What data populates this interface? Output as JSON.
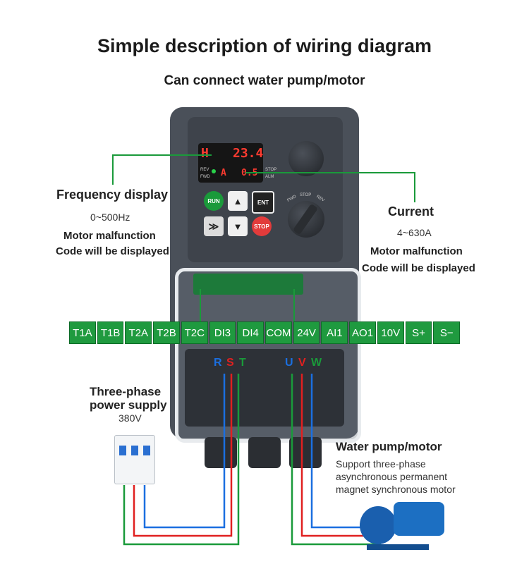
{
  "title": "Simple description of wiring diagram",
  "subtitle": "Can connect water pump/motor",
  "frequency": {
    "heading": "Frequency display",
    "range": "0~500Hz",
    "note_line1": "Motor malfunction",
    "note_line2": "Code will be displayed"
  },
  "current": {
    "heading": "Current",
    "range": "4~630A",
    "note_line1": "Motor malfunction",
    "note_line2": "Code will be displayed"
  },
  "power_supply": {
    "heading_line1": "Three-phase",
    "heading_line2": "power supply",
    "voltage": "380V"
  },
  "pump": {
    "heading": "Water pump/motor",
    "desc_line1": "Support three-phase",
    "desc_line2": "asynchronous permanent",
    "desc_line3": "magnet synchronous motor"
  },
  "display": {
    "row1_left": "H",
    "row1_value": "23.4",
    "row2_left": "A",
    "row2_value": "0.5",
    "ind_rev": "REV",
    "ind_fwd": "FWD",
    "ind_stop": "STOP",
    "ind_alm": "ALM"
  },
  "keys": {
    "run": "RUN",
    "up": "▲",
    "ent": "ENT",
    "shift": "≫",
    "down": "▼",
    "stop": "STOP"
  },
  "knob2_labels": {
    "fwd": "FWD",
    "stop": "STOP",
    "rev": "REV"
  },
  "terminals": [
    "T1A",
    "T1B",
    "T2A",
    "T2B",
    "T2C",
    "DI3",
    "DI4",
    "COM",
    "24V",
    "AI1",
    "AO1",
    "10V",
    "S+",
    "S−"
  ],
  "input_terminals": [
    "R",
    "S",
    "T"
  ],
  "output_terminals": [
    "U",
    "V",
    "W"
  ],
  "colors": {
    "terminal_green": "#1f9a3f",
    "wire_red": "#e02020",
    "wire_blue": "#1b6fe0",
    "wire_green": "#1a9a3a",
    "label_R": "#1b6fe0",
    "label_S": "#e02020",
    "label_T": "#1a9a3a"
  }
}
